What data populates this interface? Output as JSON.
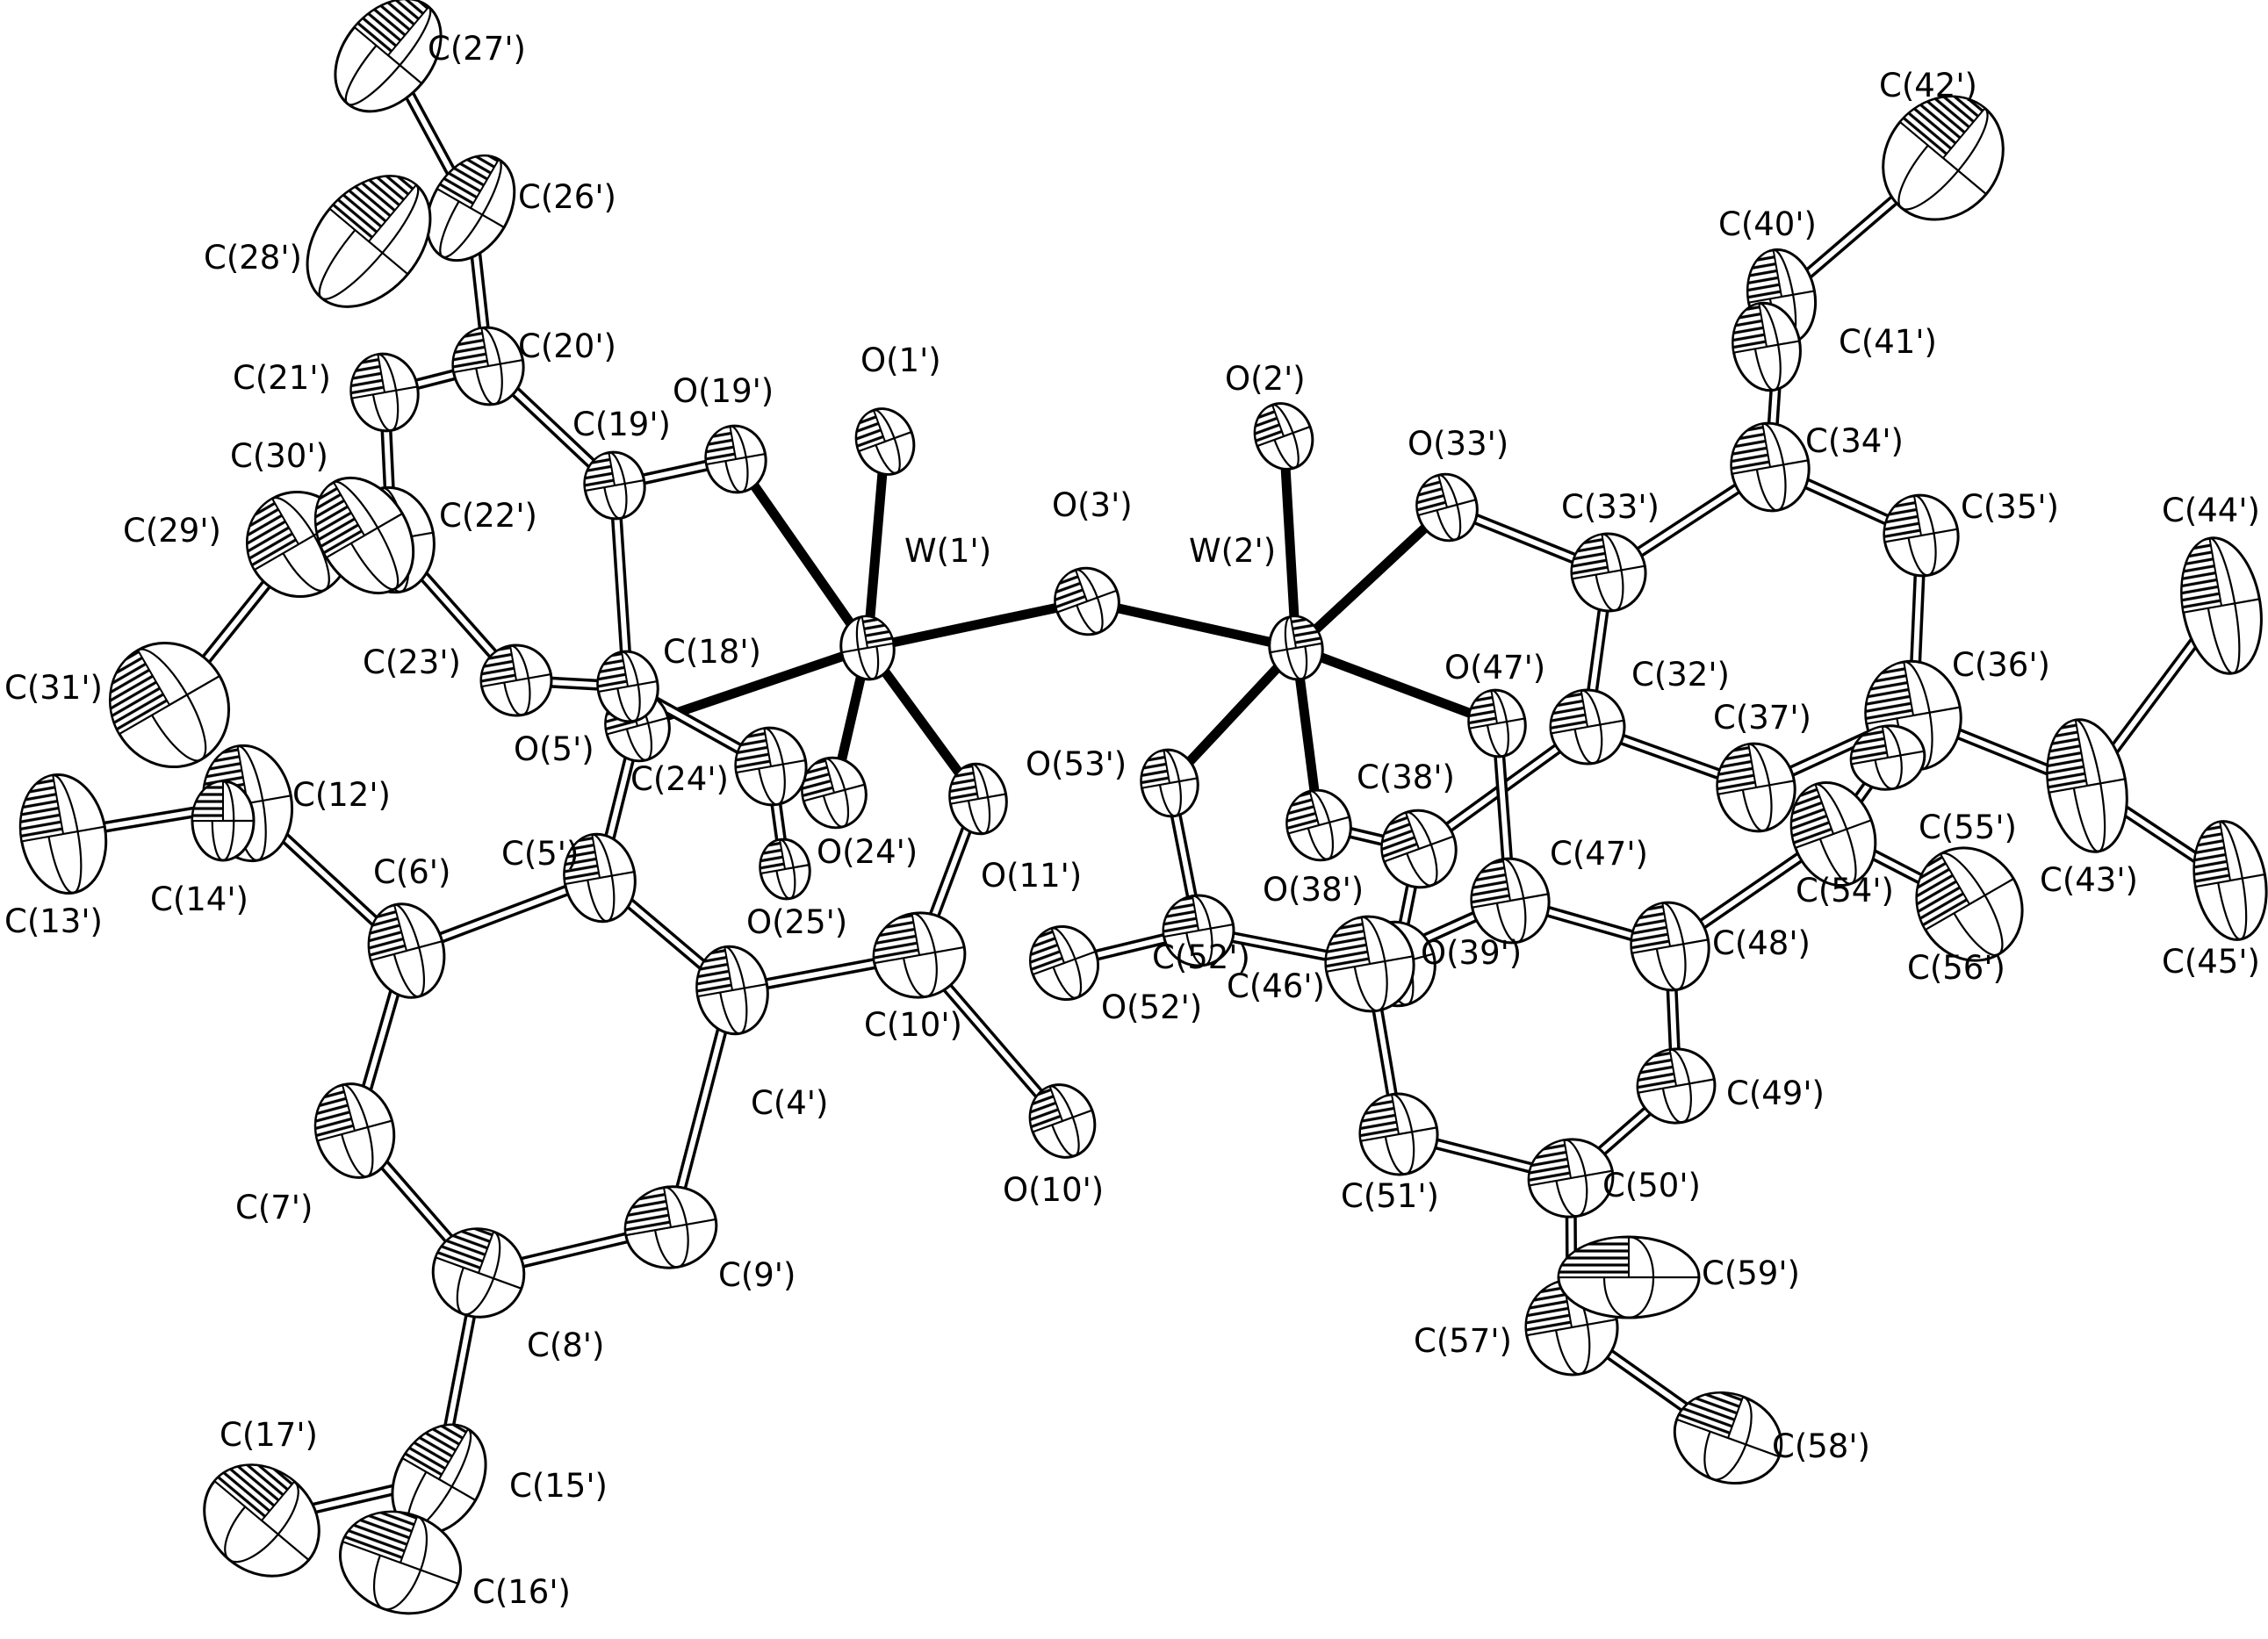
{
  "figure": {
    "ink": "#000000",
    "paper": "#ffffff",
    "atoms": [
      {
        "id": "W1",
        "label": "W(1')",
        "el": "W"
      },
      {
        "id": "W2",
        "label": "W(2')",
        "el": "W"
      },
      {
        "id": "O1",
        "label": "O(1')",
        "el": "O"
      },
      {
        "id": "O2",
        "label": "O(2')",
        "el": "O"
      },
      {
        "id": "O3",
        "label": "O(3')",
        "el": "O"
      },
      {
        "id": "O5",
        "label": "O(5')",
        "el": "O"
      },
      {
        "id": "O10",
        "label": "O(10')",
        "el": "O"
      },
      {
        "id": "O11",
        "label": "O(11')",
        "el": "O"
      },
      {
        "id": "O19",
        "label": "O(19')",
        "el": "O"
      },
      {
        "id": "O24",
        "label": "O(24')",
        "el": "O"
      },
      {
        "id": "O25",
        "label": "O(25')",
        "el": "O"
      },
      {
        "id": "O33",
        "label": "O(33')",
        "el": "O"
      },
      {
        "id": "O38",
        "label": "O(38')",
        "el": "O"
      },
      {
        "id": "O39",
        "label": "O(39')",
        "el": "O"
      },
      {
        "id": "O47",
        "label": "O(47')",
        "el": "O"
      },
      {
        "id": "O52",
        "label": "O(52')",
        "el": "O"
      },
      {
        "id": "O53",
        "label": "O(53')",
        "el": "O"
      },
      {
        "id": "C4",
        "label": "C(4')",
        "el": "C"
      },
      {
        "id": "C5",
        "label": "C(5')",
        "el": "C"
      },
      {
        "id": "C6",
        "label": "C(6')",
        "el": "C"
      },
      {
        "id": "C7",
        "label": "C(7')",
        "el": "C"
      },
      {
        "id": "C8",
        "label": "C(8')",
        "el": "C"
      },
      {
        "id": "C9",
        "label": "C(9')",
        "el": "C"
      },
      {
        "id": "C10",
        "label": "C(10')",
        "el": "C"
      },
      {
        "id": "C12",
        "label": "C(12')",
        "el": "C"
      },
      {
        "id": "C13",
        "label": "C(13')",
        "el": "C"
      },
      {
        "id": "C14",
        "label": "C(14')",
        "el": "C"
      },
      {
        "id": "C15",
        "label": "C(15')",
        "el": "C"
      },
      {
        "id": "C16",
        "label": "C(16')",
        "el": "C"
      },
      {
        "id": "C17",
        "label": "C(17')",
        "el": "C"
      },
      {
        "id": "C18",
        "label": "C(18')",
        "el": "C"
      },
      {
        "id": "C19",
        "label": "C(19')",
        "el": "C"
      },
      {
        "id": "C20",
        "label": "C(20')",
        "el": "C"
      },
      {
        "id": "C21",
        "label": "C(21')",
        "el": "C"
      },
      {
        "id": "C22",
        "label": "C(22')",
        "el": "C"
      },
      {
        "id": "C23",
        "label": "C(23')",
        "el": "C"
      },
      {
        "id": "C24",
        "label": "C(24')",
        "el": "C"
      },
      {
        "id": "C26",
        "label": "C(26')",
        "el": "C"
      },
      {
        "id": "C27",
        "label": "C(27')",
        "el": "C"
      },
      {
        "id": "C28",
        "label": "C(28')",
        "el": "C"
      },
      {
        "id": "C29",
        "label": "C(29')",
        "el": "C"
      },
      {
        "id": "C30",
        "label": "C(30')",
        "el": "C"
      },
      {
        "id": "C31",
        "label": "C(31')",
        "el": "C"
      },
      {
        "id": "C32",
        "label": "C(32')",
        "el": "C"
      },
      {
        "id": "C33",
        "label": "C(33')",
        "el": "C"
      },
      {
        "id": "C34",
        "label": "C(34')",
        "el": "C"
      },
      {
        "id": "C35",
        "label": "C(35')",
        "el": "C"
      },
      {
        "id": "C36",
        "label": "C(36')",
        "el": "C"
      },
      {
        "id": "C37",
        "label": "C(37')",
        "el": "C"
      },
      {
        "id": "C38",
        "label": "C(38')",
        "el": "C"
      },
      {
        "id": "C40",
        "label": "C(40')",
        "el": "C"
      },
      {
        "id": "C41",
        "label": "C(41')",
        "el": "C"
      },
      {
        "id": "C42",
        "label": "C(42')",
        "el": "C"
      },
      {
        "id": "C43",
        "label": "C(43')",
        "el": "C"
      },
      {
        "id": "C44",
        "label": "C(44')",
        "el": "C"
      },
      {
        "id": "C45",
        "label": "C(45')",
        "el": "C"
      },
      {
        "id": "C46",
        "label": "C(46')",
        "el": "C"
      },
      {
        "id": "C47",
        "label": "C(47')",
        "el": "C"
      },
      {
        "id": "C48",
        "label": "C(48')",
        "el": "C"
      },
      {
        "id": "C49",
        "label": "C(49')",
        "el": "C"
      },
      {
        "id": "C50",
        "label": "C(50')",
        "el": "C"
      },
      {
        "id": "C51",
        "label": "C(51')",
        "el": "C"
      },
      {
        "id": "C52",
        "label": "C(52')",
        "el": "C"
      },
      {
        "id": "C54",
        "label": "C(54')",
        "el": "C"
      },
      {
        "id": "C55",
        "label": "C(55')",
        "el": "C"
      },
      {
        "id": "C56",
        "label": "C(56')",
        "el": "C"
      },
      {
        "id": "C57",
        "label": "C(57')",
        "el": "C"
      },
      {
        "id": "C58",
        "label": "C(58')",
        "el": "C"
      },
      {
        "id": "C59",
        "label": "C(59')",
        "el": "C"
      }
    ],
    "bonds": [
      [
        "W1",
        "O1",
        "metal"
      ],
      [
        "W1",
        "O3",
        "metal"
      ],
      [
        "W1",
        "O5",
        "metal"
      ],
      [
        "W1",
        "O11",
        "metal"
      ],
      [
        "W1",
        "O19",
        "metal"
      ],
      [
        "W1",
        "O24",
        "metal"
      ],
      [
        "W2",
        "O2",
        "metal"
      ],
      [
        "W2",
        "O3",
        "metal"
      ],
      [
        "W2",
        "O33",
        "metal"
      ],
      [
        "W2",
        "O38",
        "metal"
      ],
      [
        "W2",
        "O47",
        "metal"
      ],
      [
        "W2",
        "O53",
        "metal"
      ],
      [
        "O5",
        "C5",
        "org"
      ],
      [
        "C5",
        "C4",
        "org"
      ],
      [
        "C5",
        "C6",
        "org"
      ],
      [
        "C6",
        "C7",
        "org"
      ],
      [
        "C7",
        "C8",
        "org"
      ],
      [
        "C8",
        "C9",
        "org"
      ],
      [
        "C9",
        "C4",
        "org"
      ],
      [
        "C4",
        "C10",
        "org"
      ],
      [
        "C10",
        "O10",
        "org"
      ],
      [
        "C10",
        "O11",
        "org"
      ],
      [
        "C6",
        "C12",
        "org"
      ],
      [
        "C12",
        "C13",
        "org"
      ],
      [
        "C12",
        "C14",
        "org"
      ],
      [
        "C8",
        "C15",
        "org"
      ],
      [
        "C15",
        "C16",
        "org"
      ],
      [
        "C15",
        "C17",
        "org"
      ],
      [
        "O19",
        "C19",
        "org"
      ],
      [
        "C19",
        "C20",
        "org"
      ],
      [
        "C20",
        "C21",
        "org"
      ],
      [
        "C21",
        "C22",
        "org"
      ],
      [
        "C22",
        "C23",
        "org"
      ],
      [
        "C23",
        "C18",
        "org"
      ],
      [
        "C18",
        "C19",
        "org"
      ],
      [
        "C18",
        "C24",
        "org"
      ],
      [
        "C24",
        "O24",
        "org"
      ],
      [
        "C24",
        "O25",
        "org"
      ],
      [
        "C20",
        "C26",
        "org"
      ],
      [
        "C26",
        "C27",
        "org"
      ],
      [
        "C26",
        "C28",
        "org"
      ],
      [
        "C22",
        "C29",
        "org"
      ],
      [
        "C29",
        "C30",
        "org"
      ],
      [
        "C29",
        "C31",
        "org"
      ],
      [
        "O33",
        "C33",
        "org"
      ],
      [
        "C33",
        "C34",
        "org"
      ],
      [
        "C34",
        "C35",
        "org"
      ],
      [
        "C35",
        "C36",
        "org"
      ],
      [
        "C36",
        "C37",
        "org"
      ],
      [
        "C37",
        "C32",
        "org"
      ],
      [
        "C32",
        "C33",
        "org"
      ],
      [
        "C32",
        "C38",
        "org"
      ],
      [
        "C38",
        "O38",
        "org"
      ],
      [
        "C38",
        "O39",
        "org"
      ],
      [
        "C34",
        "C40",
        "org"
      ],
      [
        "C40",
        "C41",
        "org"
      ],
      [
        "C40",
        "C42",
        "org"
      ],
      [
        "C36",
        "C43",
        "org"
      ],
      [
        "C43",
        "C44",
        "org"
      ],
      [
        "C43",
        "C45",
        "org"
      ],
      [
        "O47",
        "C47",
        "org"
      ],
      [
        "C47",
        "C46",
        "org"
      ],
      [
        "C47",
        "C48",
        "org"
      ],
      [
        "C48",
        "C49",
        "org"
      ],
      [
        "C49",
        "C50",
        "org"
      ],
      [
        "C50",
        "C51",
        "org"
      ],
      [
        "C51",
        "C46",
        "org"
      ],
      [
        "C46",
        "C52",
        "org"
      ],
      [
        "C52",
        "O52",
        "org"
      ],
      [
        "C52",
        "O53",
        "org"
      ],
      [
        "C48",
        "C54",
        "org"
      ],
      [
        "C54",
        "C55",
        "org"
      ],
      [
        "C54",
        "C56",
        "org"
      ],
      [
        "C50",
        "C57",
        "org"
      ],
      [
        "C57",
        "C58",
        "org"
      ],
      [
        "C57",
        "C59",
        "org"
      ]
    ]
  }
}
